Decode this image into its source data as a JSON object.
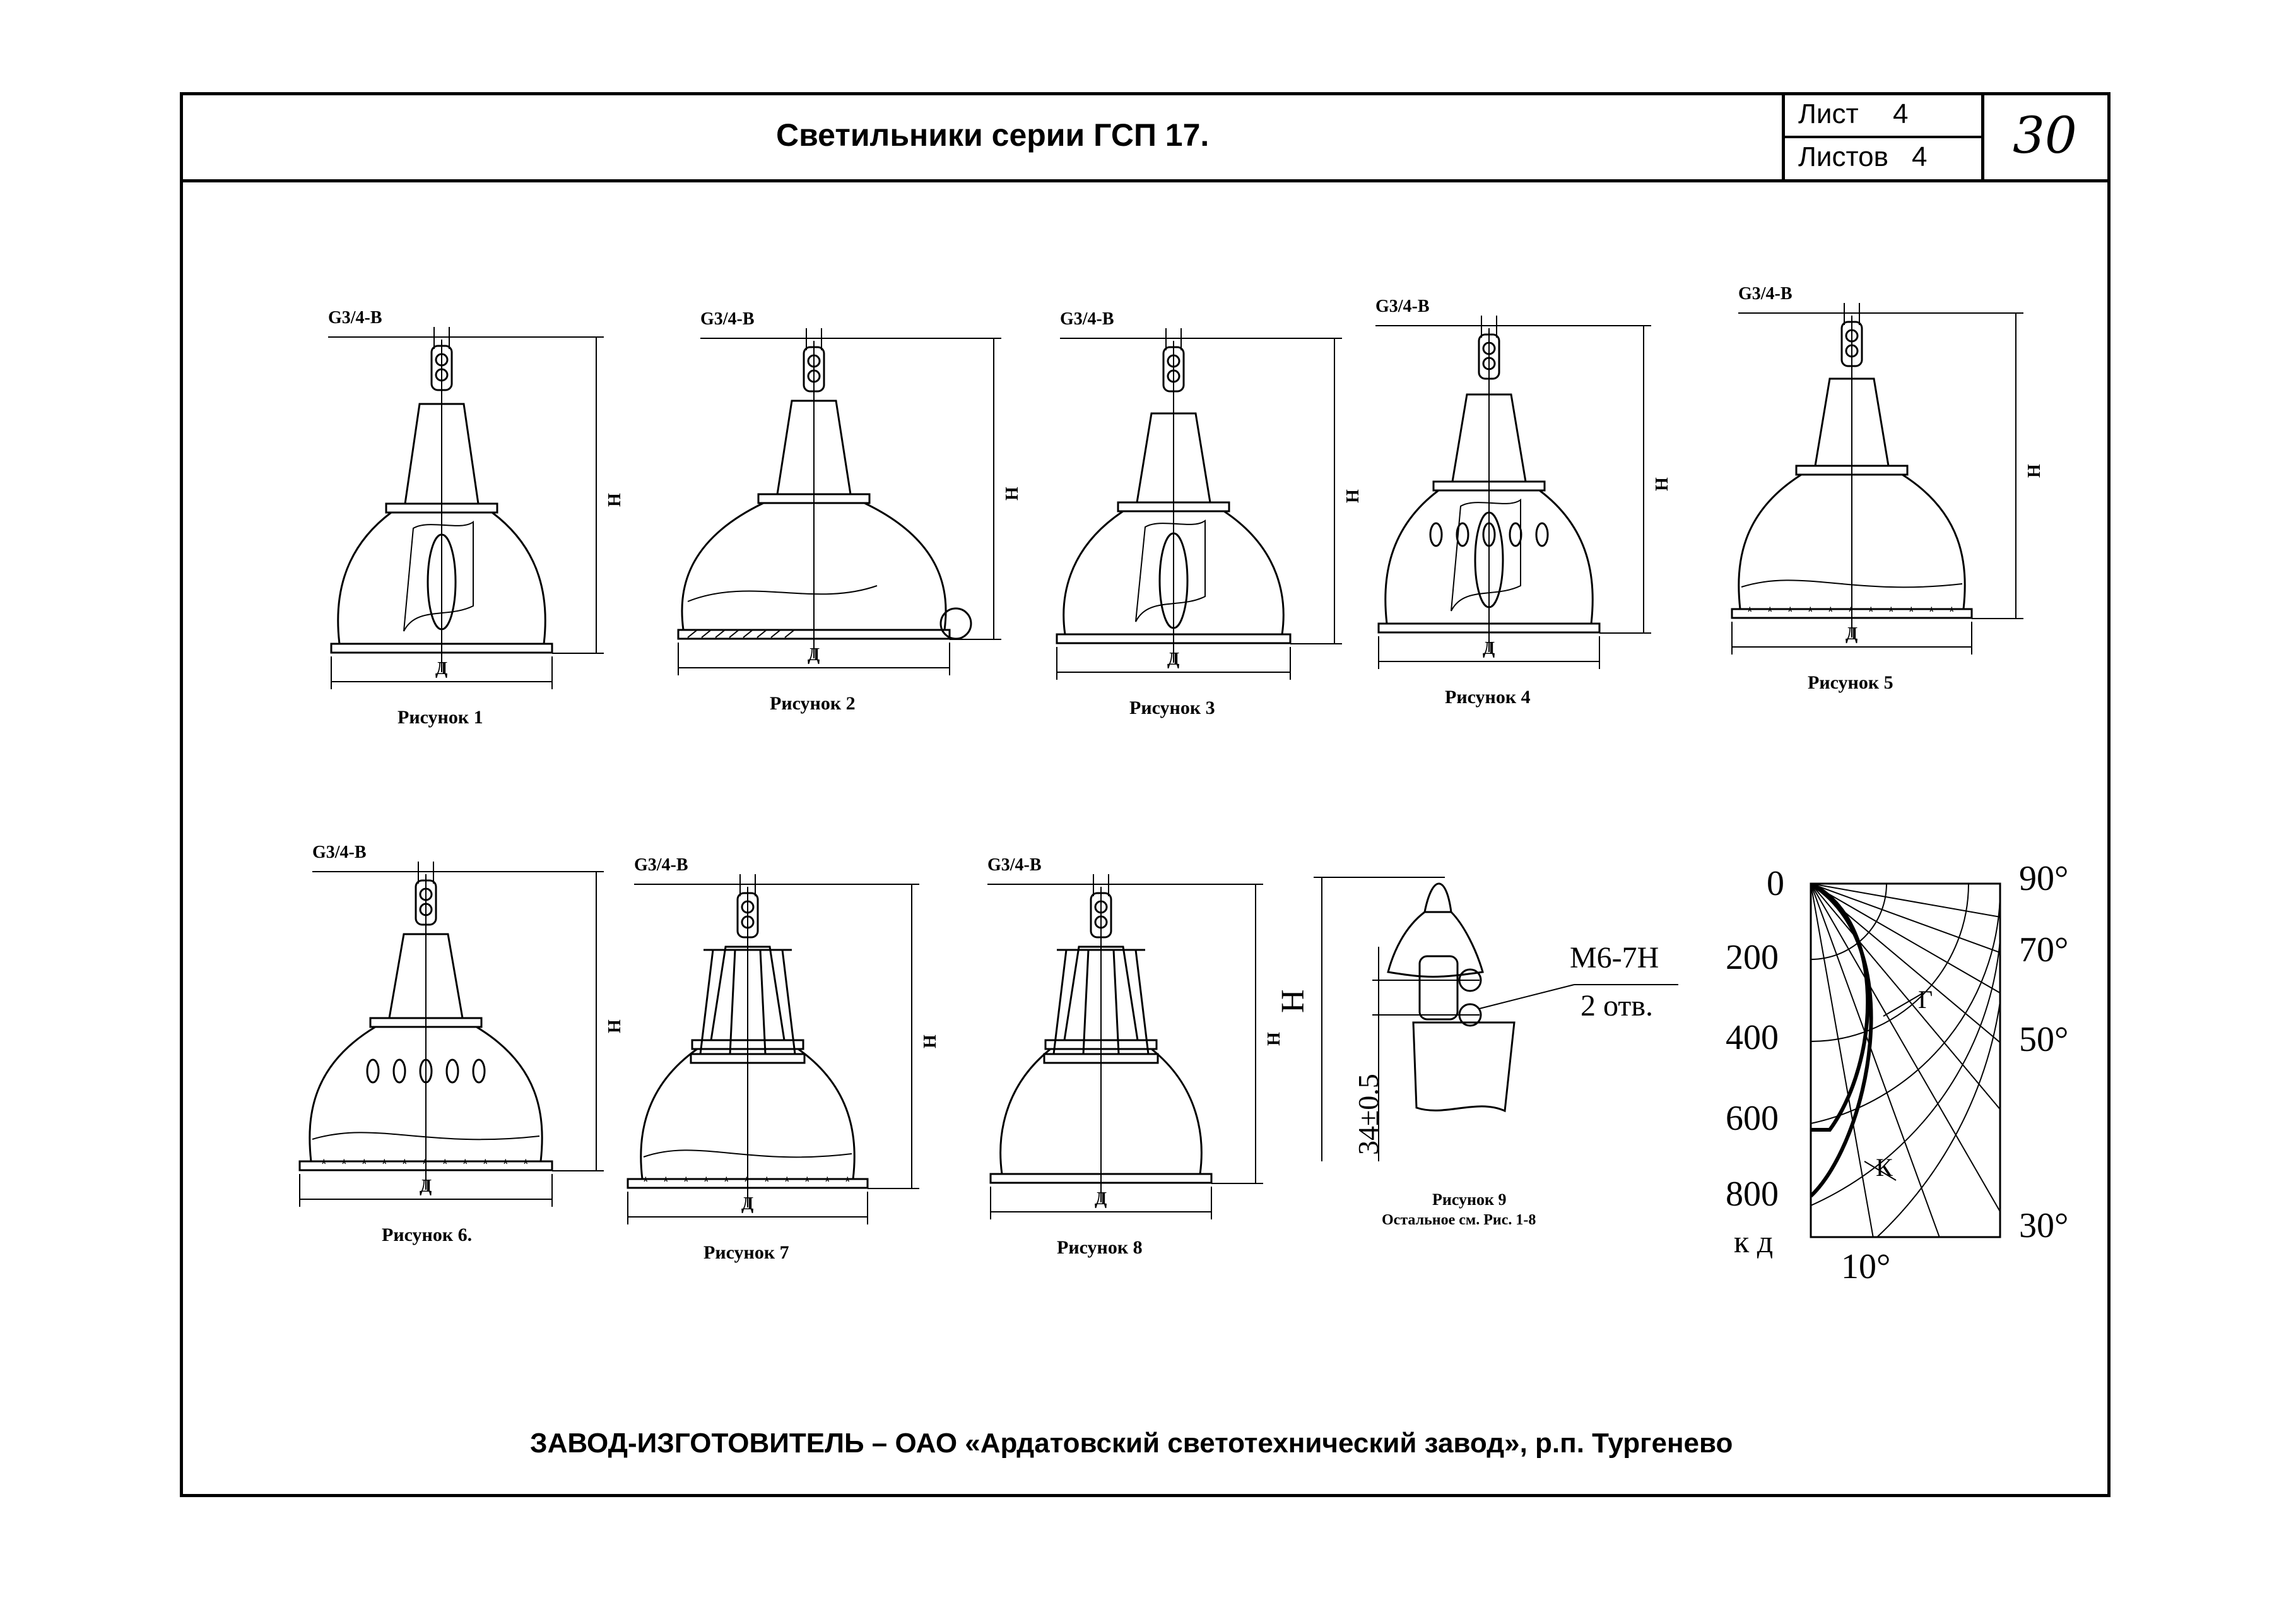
{
  "header": {
    "title": "Светильники серии ГСП 17.",
    "sheet_label": "Лист",
    "sheet_value": "4",
    "sheets_label": "Листов",
    "sheets_value": "4",
    "page_number": "30"
  },
  "figures": [
    {
      "caption": "Рисунок 1",
      "thread": "G3/4-B",
      "height_label": "H",
      "diameter_label": "Д"
    },
    {
      "caption": "Рисунок 2",
      "thread": "G3/4-B",
      "height_label": "H",
      "diameter_label": "Д"
    },
    {
      "caption": "Рисунок 3",
      "thread": "G3/4-B",
      "height_label": "H",
      "diameter_label": "Д"
    },
    {
      "caption": "Рисунок 4",
      "thread": "G3/4-B",
      "height_label": "H",
      "diameter_label": "Д"
    },
    {
      "caption": "Рисунок 5",
      "thread": "G3/4-B",
      "height_label": "H",
      "diameter_label": "Д"
    },
    {
      "caption": "Рисунок 6.",
      "thread": "G3/4-B",
      "height_label": "H",
      "diameter_label": "Д"
    },
    {
      "caption": "Рисунок 7",
      "thread": "G3/4-B",
      "height_label": "H",
      "diameter_label": "Д"
    },
    {
      "caption": "Рисунок 8",
      "thread": "G3/4-B",
      "height_label": "H",
      "diameter_label": "Д"
    }
  ],
  "figure9": {
    "caption": "Рисунок 9",
    "note": "Остальное см. Рис. 1-8",
    "height_label": "H",
    "offset_dim": "34±0.5",
    "thread_label": "M6-7H",
    "holes_label": "2 отв."
  },
  "polar": {
    "radial_ticks": [
      "0",
      "200",
      "400",
      "600",
      "800"
    ],
    "unit": "к д",
    "angle_ticks": [
      "90°",
      "70°",
      "50°",
      "30°",
      "10°"
    ],
    "curve_labels": [
      "Г",
      "К"
    ]
  },
  "footer": {
    "text": "ЗАВОД-ИЗГОТОВИТЕЛЬ – ОАО «Ардатовский светотехнический завод», р.п. Тургенево"
  }
}
